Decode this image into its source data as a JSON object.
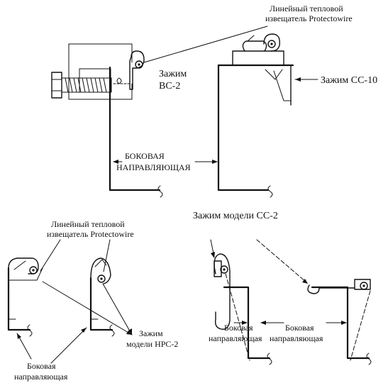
{
  "labels": {
    "detector_top_l1": "Линейный тепловой",
    "detector_top_l2": "извещатель Protectowire",
    "clamp_bc2_l1": "Зажим",
    "clamp_bc2_l2": "BC-2",
    "clamp_cc10": "Зажим CC-10",
    "side_rail_caps_l1": "БОКОВАЯ",
    "side_rail_caps_l2": "НАПРАВЛЯЮЩАЯ",
    "clamp_cc2": "Зажим модели CC-2",
    "detector_left_l1": "Линейный тепловой",
    "detector_left_l2": "извещатель Protectowire",
    "clamp_hpc2_l1": "Зажим",
    "clamp_hpc2_l2": "модели HPC-2",
    "side_rail_left_l1": "Боковая",
    "side_rail_left_l2": "направляющая",
    "side_rail_mid_l1": "Боковая",
    "side_rail_mid_l2": "направляющая",
    "side_rail_right_l1": "Боковая",
    "side_rail_right_l2": "направляющая"
  }
}
